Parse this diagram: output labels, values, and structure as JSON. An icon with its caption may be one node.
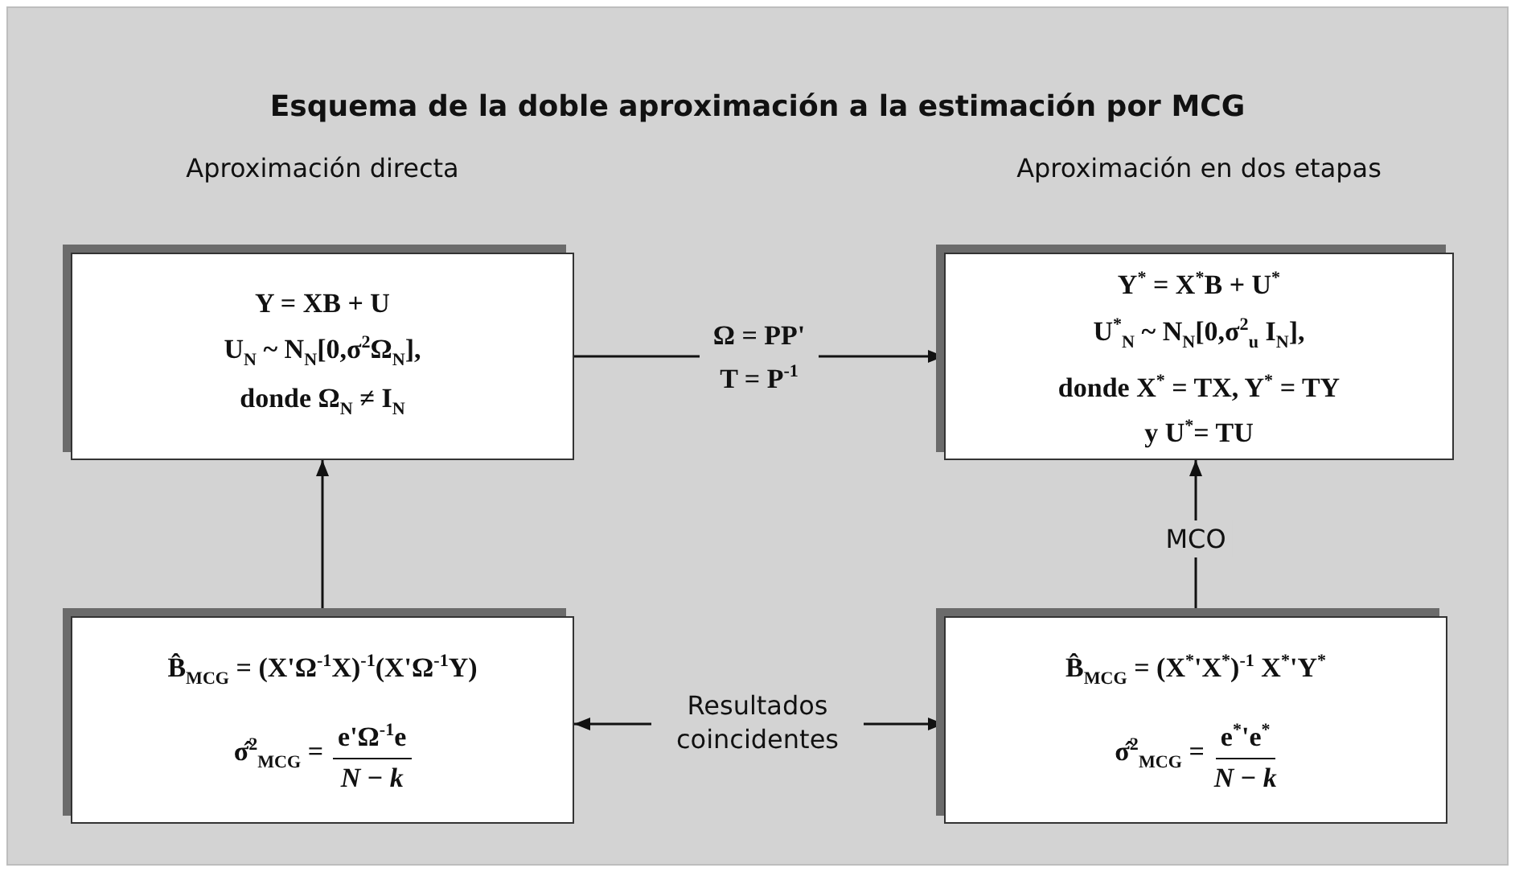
{
  "diagram": {
    "title": "Esquema de la doble aproximación a la estimación por MCG",
    "nodes": [
      {
        "text": [
          "Aproximación directa",
          "Y = XB + U",
          "U$_{N}$ ~ N$_{N}$[0,σ$^{2}$Ω$_{N}$],",
          "donde Ω$_{N}$ ≠ I$_{N}$"
        ]
      },
      {
        "text": [
          "Aproximación en dos etapas",
          "Y$^{*}$ = X$^{*}$B + U$^{*}$",
          "U$^{*}$$_{N}$ ~ N$_{N}$[0,σ$^{2}$$_{u}$ I$_{N}$],",
          "donde X$^{*}$ = TX, Y$^{*}$ = TY",
          "y U$^{*}$= TU"
        ]
      },
      {
        "text": [
          "B̂$_{MCG}$ = (X'Ω$^{-1}$X)$^{-1}$(X'Ω$^{-1}$Y)",
          "σ̂$^{2}$$_{MCG}$ =",
          "e'Ω$^{-1}$e",
          "*N* − *k*"
        ]
      },
      {
        "text": [
          "B̂$_{MCG}$ = (X$^{*}$'X$^{*}$)$^{-1}$ X$^{*}$'Y$^{*}$",
          "σ̂$^{2}$$_{MCG}$ =",
          "e$^{*}$'e$^{*}$",
          "*N* − *k*"
        ]
      },
      {
        "text": [
          "Resultados coincidentes"
        ]
      }
    ],
    "edges": [
      {
        "from": 0,
        "to": 1,
        "arrow": "to",
        "label": "Ω = PP' T = P$^{-1}$"
      },
      {
        "from": 2,
        "to": 0,
        "arrow": "to"
      },
      {
        "from": 3,
        "to": 1,
        "arrow": "to",
        "label": "MCO"
      },
      {
        "from": 4,
        "to": 2,
        "arrow": "to"
      },
      {
        "from": 4,
        "to": 3,
        "arrow": "to"
      }
    ]
  }
}
